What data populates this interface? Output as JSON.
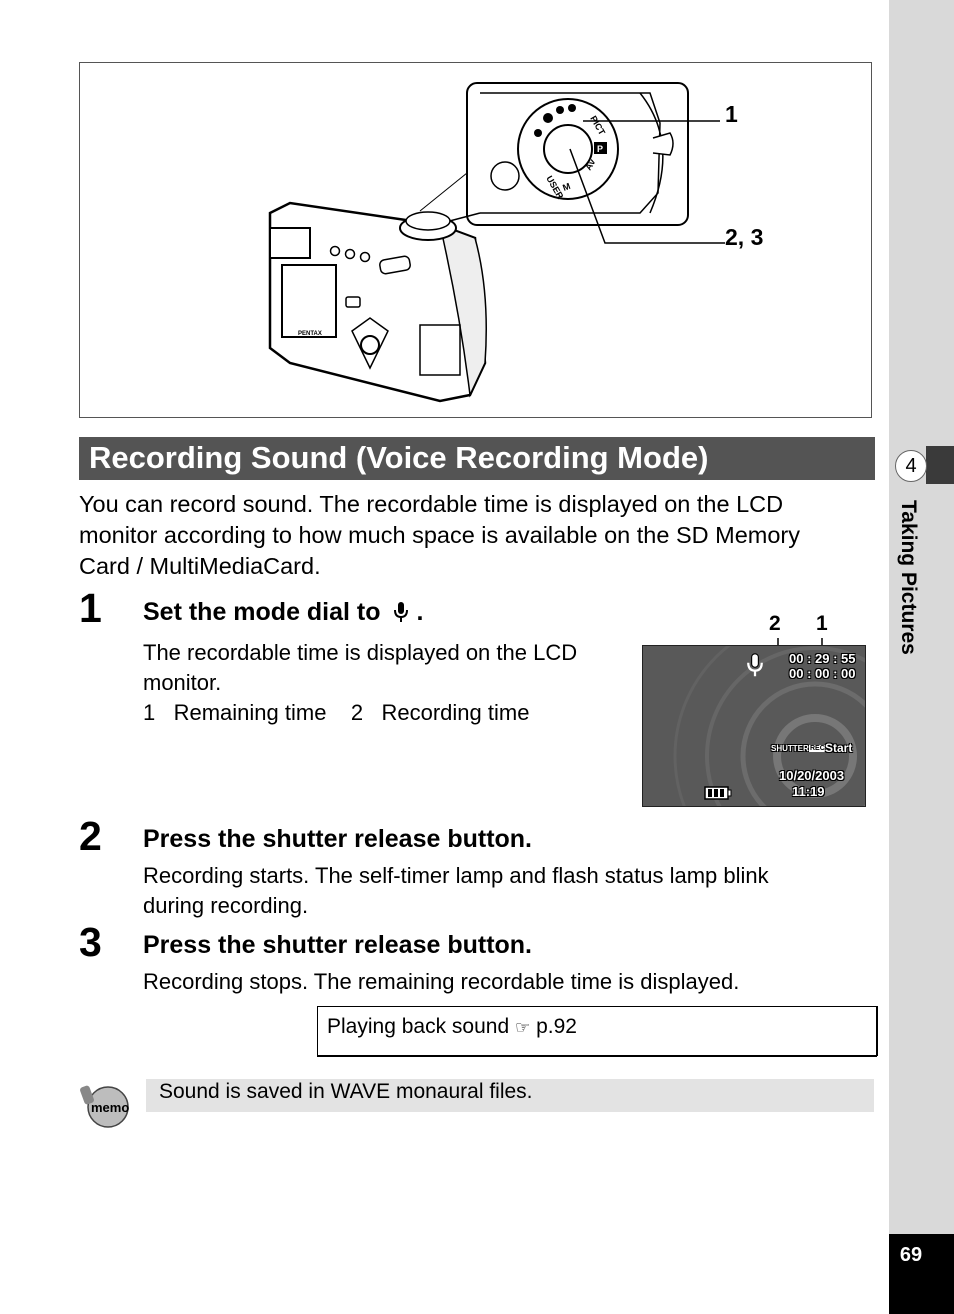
{
  "figure": {
    "callouts": [
      "1",
      "2, 3"
    ],
    "camera_brand": "PENTAX",
    "dial_marks": [
      "PICT",
      "P",
      "Av",
      "M",
      "USER"
    ]
  },
  "section_title": "Recording Sound (Voice Recording Mode)",
  "intro_lines": [
    "You can record sound. The recordable time is displayed on the LCD",
    "monitor according to how much space is available on the SD Memory",
    "Card / MultiMediaCard."
  ],
  "steps": [
    {
      "number": "1",
      "title": "Set the mode dial to",
      "title_suffix": ".",
      "icon": "microphone-icon",
      "desc_lines": [
        "The recordable time is displayed on the LCD",
        "monitor."
      ],
      "legend": [
        {
          "num": "1",
          "label": "Remaining time"
        },
        {
          "num": "2",
          "label": "Recording time"
        }
      ]
    },
    {
      "number": "2",
      "title": "Press the shutter release button.",
      "desc_lines": [
        "Recording starts. The self-timer lamp and flash status lamp blink",
        "during recording."
      ]
    },
    {
      "number": "3",
      "title": "Press the shutter release button.",
      "desc_lines": [
        "Recording stops. The remaining recordable time is displayed."
      ]
    }
  ],
  "lcd": {
    "callout_2": "2",
    "callout_1": "1",
    "remaining_time": "00 : 29 : 55",
    "recording_time": "00 : 00 : 00",
    "shutter_label": "SHUTTER",
    "rec_label": "REC",
    "start_label": "Start",
    "date": "10/20/2003",
    "time": "11:19",
    "battery_icon": "battery-icon",
    "mic_icon": "microphone-icon"
  },
  "reference": {
    "text": "Playing back sound",
    "icon": "pointing-hand-icon",
    "page": "p.92"
  },
  "memo": {
    "icon_label": "memo",
    "text": "Sound is saved in WAVE monaural files."
  },
  "sidebar": {
    "chapter_number": "4",
    "chapter_title": "Taking Pictures"
  },
  "page_number": "69",
  "colors": {
    "title_bar": "#545454",
    "side_strip": "#d9d9d9",
    "memo_bg": "#e3e3e3",
    "lcd_bg": "#595959"
  }
}
